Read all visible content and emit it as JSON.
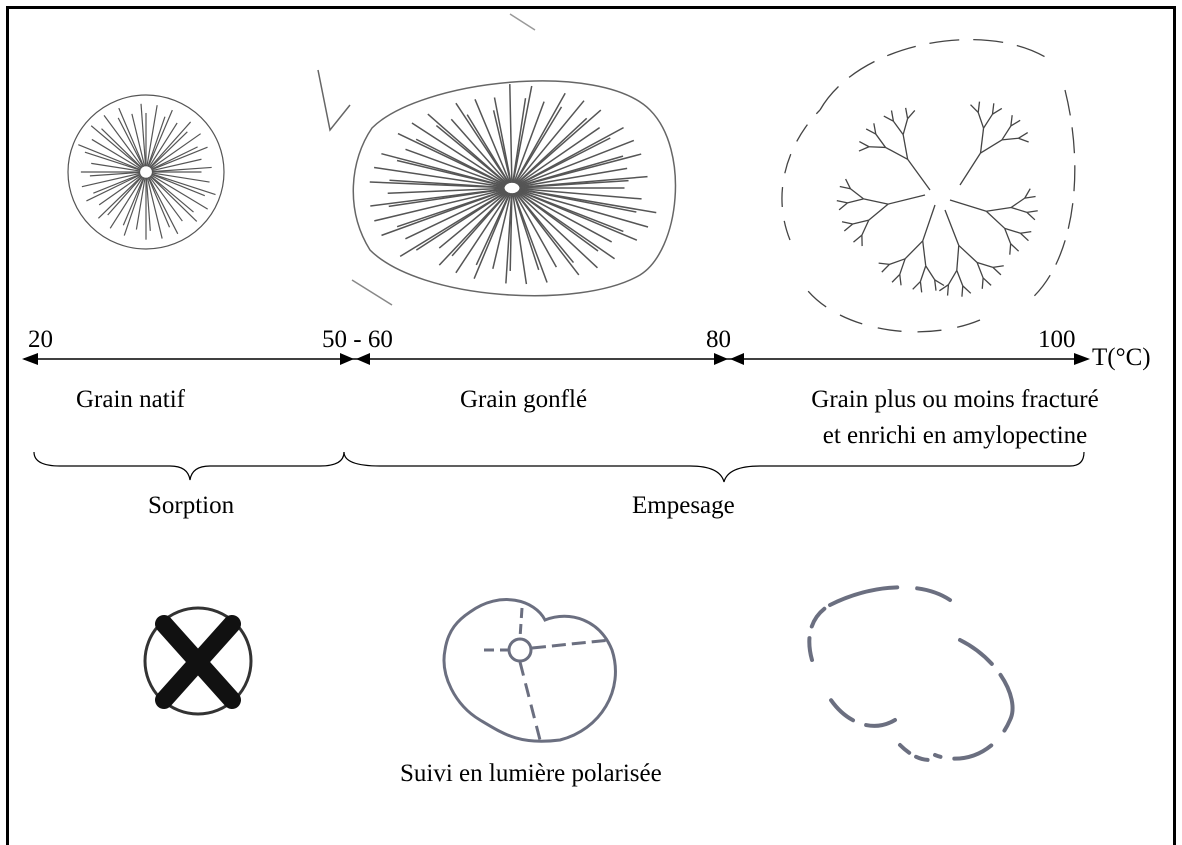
{
  "axis": {
    "ticks": [
      "20",
      "50 - 60",
      "80",
      "100"
    ],
    "unit": "T(°C)"
  },
  "stages": [
    {
      "label": "Grain natif"
    },
    {
      "label": "Grain gonflé"
    },
    {
      "label_line1": "Grain plus ou moins fracturé",
      "label_line2": "et enrichi en amylopectine"
    }
  ],
  "phases": [
    "Sorption",
    "Empesage"
  ],
  "caption": "Suivi en lumière polarisée"
}
